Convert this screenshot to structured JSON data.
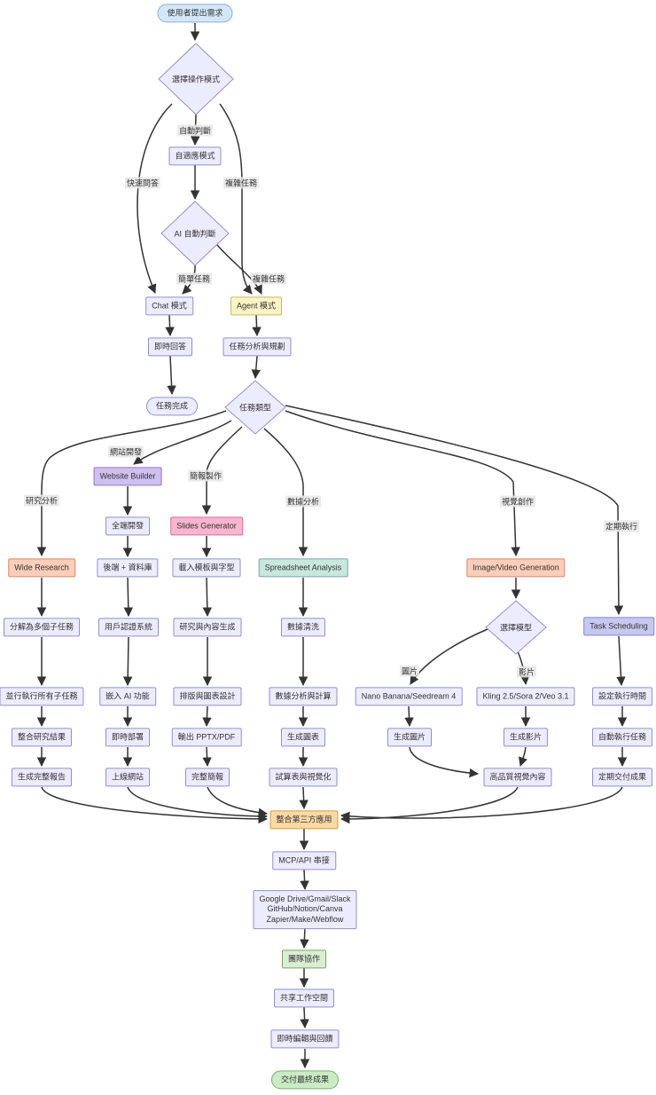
{
  "diagram": {
    "nodes": {
      "start": "使用者提出需求",
      "mode_decision": "選擇操作模式",
      "adaptive": "自適應模式",
      "ai_judge": "AI 自動判斷",
      "chat": "Chat 模式",
      "agent": "Agent 模式",
      "instant_answer": "即時回答",
      "task_planning": "任務分析與規劃",
      "task_done": "任務完成",
      "task_type": "任務類型",
      "website_builder": "Website Builder",
      "fullstack": "全端開發",
      "backend_db": "後端 + 資料庫",
      "slides_generator": "Slides Generator",
      "load_template": "載入模板與字型",
      "wide_research": "Wide Research",
      "spreadsheet_analysis": "Spreadsheet Analysis",
      "image_video_gen": "Image/Video Generation",
      "task_scheduling": "Task Scheduling",
      "decompose": "分解為多個子任務",
      "user_auth": "用戶認證系統",
      "research_content": "研究與內容生成",
      "data_cleaning": "數據清洗",
      "choose_model": "選擇模型",
      "parallel_exec": "並行執行所有子任務",
      "embed_ai": "嵌入 AI 功能",
      "layout_chart_design": "排版與圖表設計",
      "data_analysis_calc": "數據分析與計算",
      "nano_banana": "Nano Banana/Seedream 4",
      "kling_sora_veo": "Kling 2.5/Sora 2/Veo 3.1",
      "set_exec_time": "設定執行時間",
      "integrate_results": "整合研究結果",
      "instant_deploy": "即時部署",
      "output_pptx": "輸出 PPTX/PDF",
      "gen_charts": "生成圖表",
      "gen_image": "生成圖片",
      "gen_video": "生成影片",
      "auto_exec": "自動執行任務",
      "full_report": "生成完整報告",
      "launch_site": "上線網站",
      "full_slides": "完整簡報",
      "sheet_visualization": "試算表與視覺化",
      "hq_visual_content": "高品質視覺內容",
      "periodic_delivery": "定期交付成果",
      "third_party": "整合第三方應用",
      "mcp_api": "MCP/API 串接",
      "services": "Google Drive/Gmail/Slack\nGitHub/Notion/Canva\nZapier/Make/Webflow",
      "team_collab": "團隊協作",
      "shared_workspace": "共享工作空間",
      "realtime_edit": "即時編輯與回饋",
      "final_delivery": "交付最終成果"
    },
    "edge_labels": {
      "auto_judge": "自動判斷",
      "quick_qa": "快速問答",
      "complex_task_a": "複雜任務",
      "simple_task": "簡單任務",
      "complex_task_b": "複雜任務",
      "research_analysis": "研究分析",
      "web_dev": "網站開發",
      "slide_making": "簡報製作",
      "data_analysis": "數據分析",
      "visual_creation": "視覺創作",
      "scheduled_exec": "定期執行",
      "image": "圖片",
      "video": "影片"
    },
    "colors": {
      "edge": "#333333",
      "edge_label_bg": "#E8E8E8",
      "default_fill": "#ECECFF",
      "default_border": "#9390C9",
      "start_fill": "#D4E7F9",
      "start_border": "#88B0D8",
      "yellow_fill": "#FAF4C5",
      "yellow_border": "#C3BB66",
      "purple_fill": "#CFC0EE",
      "purple_border": "#9673C4",
      "pink_fill": "#F8B6CE",
      "pink_border": "#DD6E98",
      "salmon_fill": "#FBCEB9",
      "salmon_border": "#D8876A",
      "teal_fill": "#C9E8DD",
      "teal_border": "#7BA2B0",
      "periwinkle_fill": "#C7C8F0",
      "periwinkle_border": "#8082D8",
      "orange_fill": "#FBD9A5",
      "orange_border": "#D29A45",
      "green_fill": "#D9EED3",
      "green_border": "#76A868",
      "final_fill": "#C9ECC4",
      "final_border": "#80AD74"
    }
  }
}
